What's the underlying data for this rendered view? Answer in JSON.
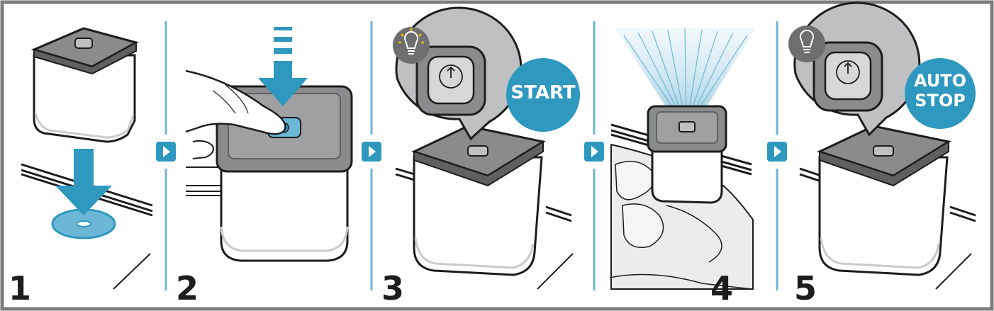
{
  "colors": {
    "accent": "#2e98bf",
    "ink": "#1d1d1b",
    "device_top": "#8a8b8d",
    "lens": "#bfc0c2",
    "bulb_bg": "#6d6e70",
    "tray": "#ececed",
    "frame": "#7b7c7e"
  },
  "steps": [
    {
      "number": "1"
    },
    {
      "number": "2"
    },
    {
      "number": "3",
      "badge": "START",
      "icon": "lightbulb-on-icon"
    },
    {
      "number": "4"
    },
    {
      "number": "5",
      "badge_lines": [
        "AUTO",
        "STOP"
      ],
      "icon": "lightbulb-off-icon"
    }
  ],
  "separators": {
    "icon": "play-arrow-icon",
    "count": 4
  }
}
